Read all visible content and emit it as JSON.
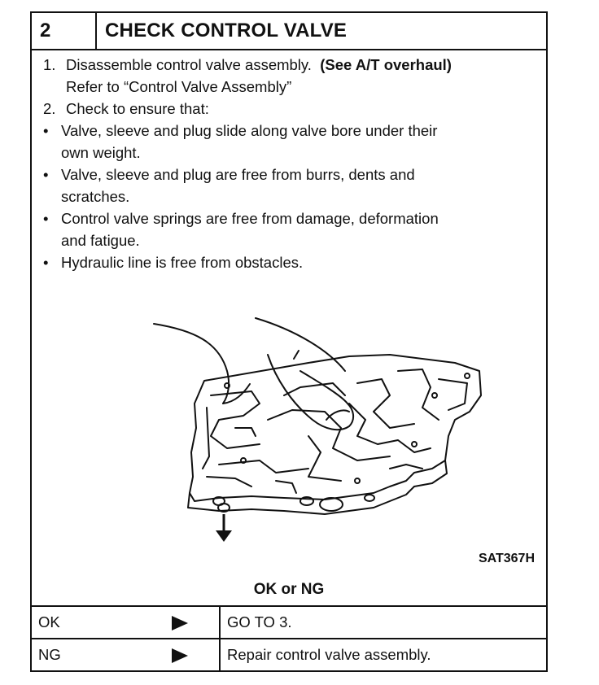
{
  "step": {
    "number": "2",
    "title": "CHECK CONTROL VALVE"
  },
  "instructions": {
    "item1_num": "1.",
    "item1_text": "Disassemble control valve assembly.",
    "item1_bold": "(See A/T overhaul)",
    "item1_line2": "Refer to “Control Valve Assembly”",
    "item2_num": "2.",
    "item2_text": "Check to ensure that:",
    "bullets": [
      {
        "line1": "Valve, sleeve and plug slide along valve bore under their",
        "line2": "own weight."
      },
      {
        "line1": "Valve, sleeve and plug are free from burrs, dents and",
        "line2": "scratches."
      },
      {
        "line1": "Control valve springs are free from damage, deformation",
        "line2": "and fatigue."
      },
      {
        "line1": "Hydraulic line is free from obstacles.",
        "line2": ""
      }
    ],
    "bullet_char": "•"
  },
  "figure": {
    "code": "SAT367H",
    "icon": "control-valve-illustration"
  },
  "result": {
    "label": "OK or NG",
    "rows": [
      {
        "status": "OK",
        "action": "GO TO 3."
      },
      {
        "status": "NG",
        "action": "Repair control valve assembly."
      }
    ]
  }
}
